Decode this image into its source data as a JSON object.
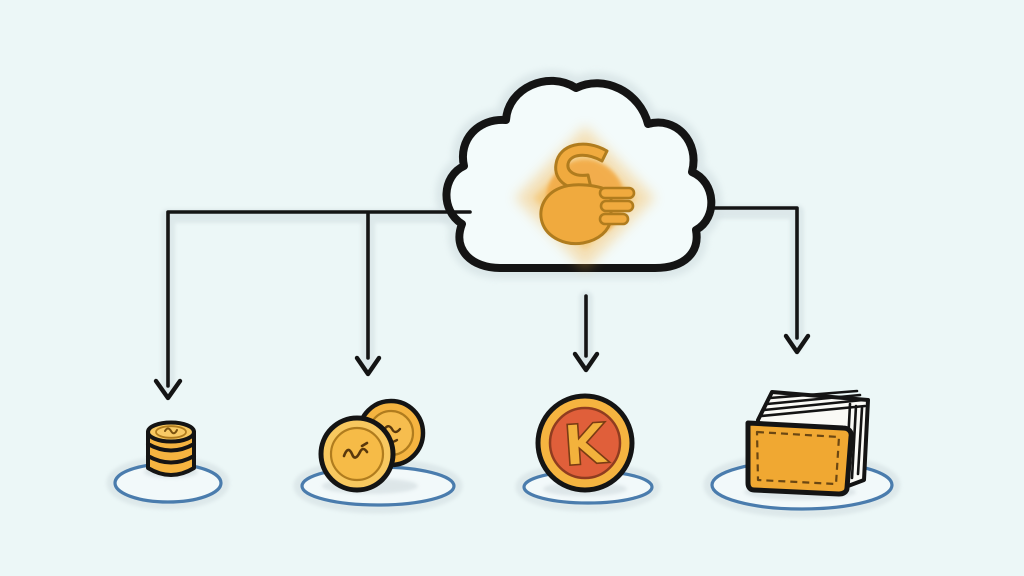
{
  "scene": {
    "description": "Hand-drawn diagram: a cloud with a glowing currency fist symbol distributes down to four money items on blue oval plates",
    "hub": {
      "id": "cloud",
      "label": "cloud",
      "icon": "currency-fist-icon"
    },
    "targets": [
      {
        "id": "coin-stack",
        "label": "coin stack"
      },
      {
        "id": "coin-pair",
        "label": "two coins"
      },
      {
        "id": "large-coin",
        "label": "large coin",
        "symbol": "K"
      },
      {
        "id": "wallet",
        "label": "wallet with cards"
      }
    ],
    "connectors": [
      {
        "from": "cloud",
        "to": "coin-stack",
        "shape": "left-elbow-arrow"
      },
      {
        "from": "cloud",
        "to": "coin-pair",
        "shape": "branch-down-arrow"
      },
      {
        "from": "cloud",
        "to": "large-coin",
        "shape": "straight-down-arrow"
      },
      {
        "from": "cloud",
        "to": "wallet",
        "shape": "right-elbow-arrow"
      }
    ]
  },
  "colors": {
    "background": "#ecf7f7",
    "ink": "#141414",
    "halo": "#d8e4e6",
    "cloud_fill": "#f3fbfb",
    "glow_orange": "#f5af3a",
    "coin_gold": "#f5b440",
    "coin_gold_light": "#f8c85f",
    "coin_detail": "#b07c1e",
    "big_coin_center": "#e05f3a",
    "wallet_orange": "#f0a832",
    "page_white": "#fafaf6",
    "plate_fill": "#f2f9fa",
    "plate_stroke": "#4a7cad",
    "shadow": "#c9d4d8"
  }
}
